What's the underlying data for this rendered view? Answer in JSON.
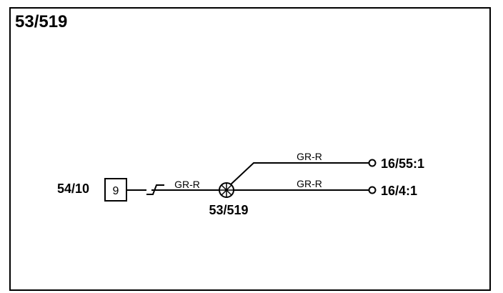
{
  "title": "53/519",
  "component": {
    "ref": "54/10",
    "pin": "9"
  },
  "splice": {
    "label": "53/519"
  },
  "wires": [
    {
      "color": "GR-R",
      "segment": "input"
    },
    {
      "color": "GR-R",
      "segment": "upper-branch",
      "end_label": "16/55:1"
    },
    {
      "color": "GR-R",
      "segment": "lower-branch",
      "end_label": "16/4:1"
    }
  ]
}
